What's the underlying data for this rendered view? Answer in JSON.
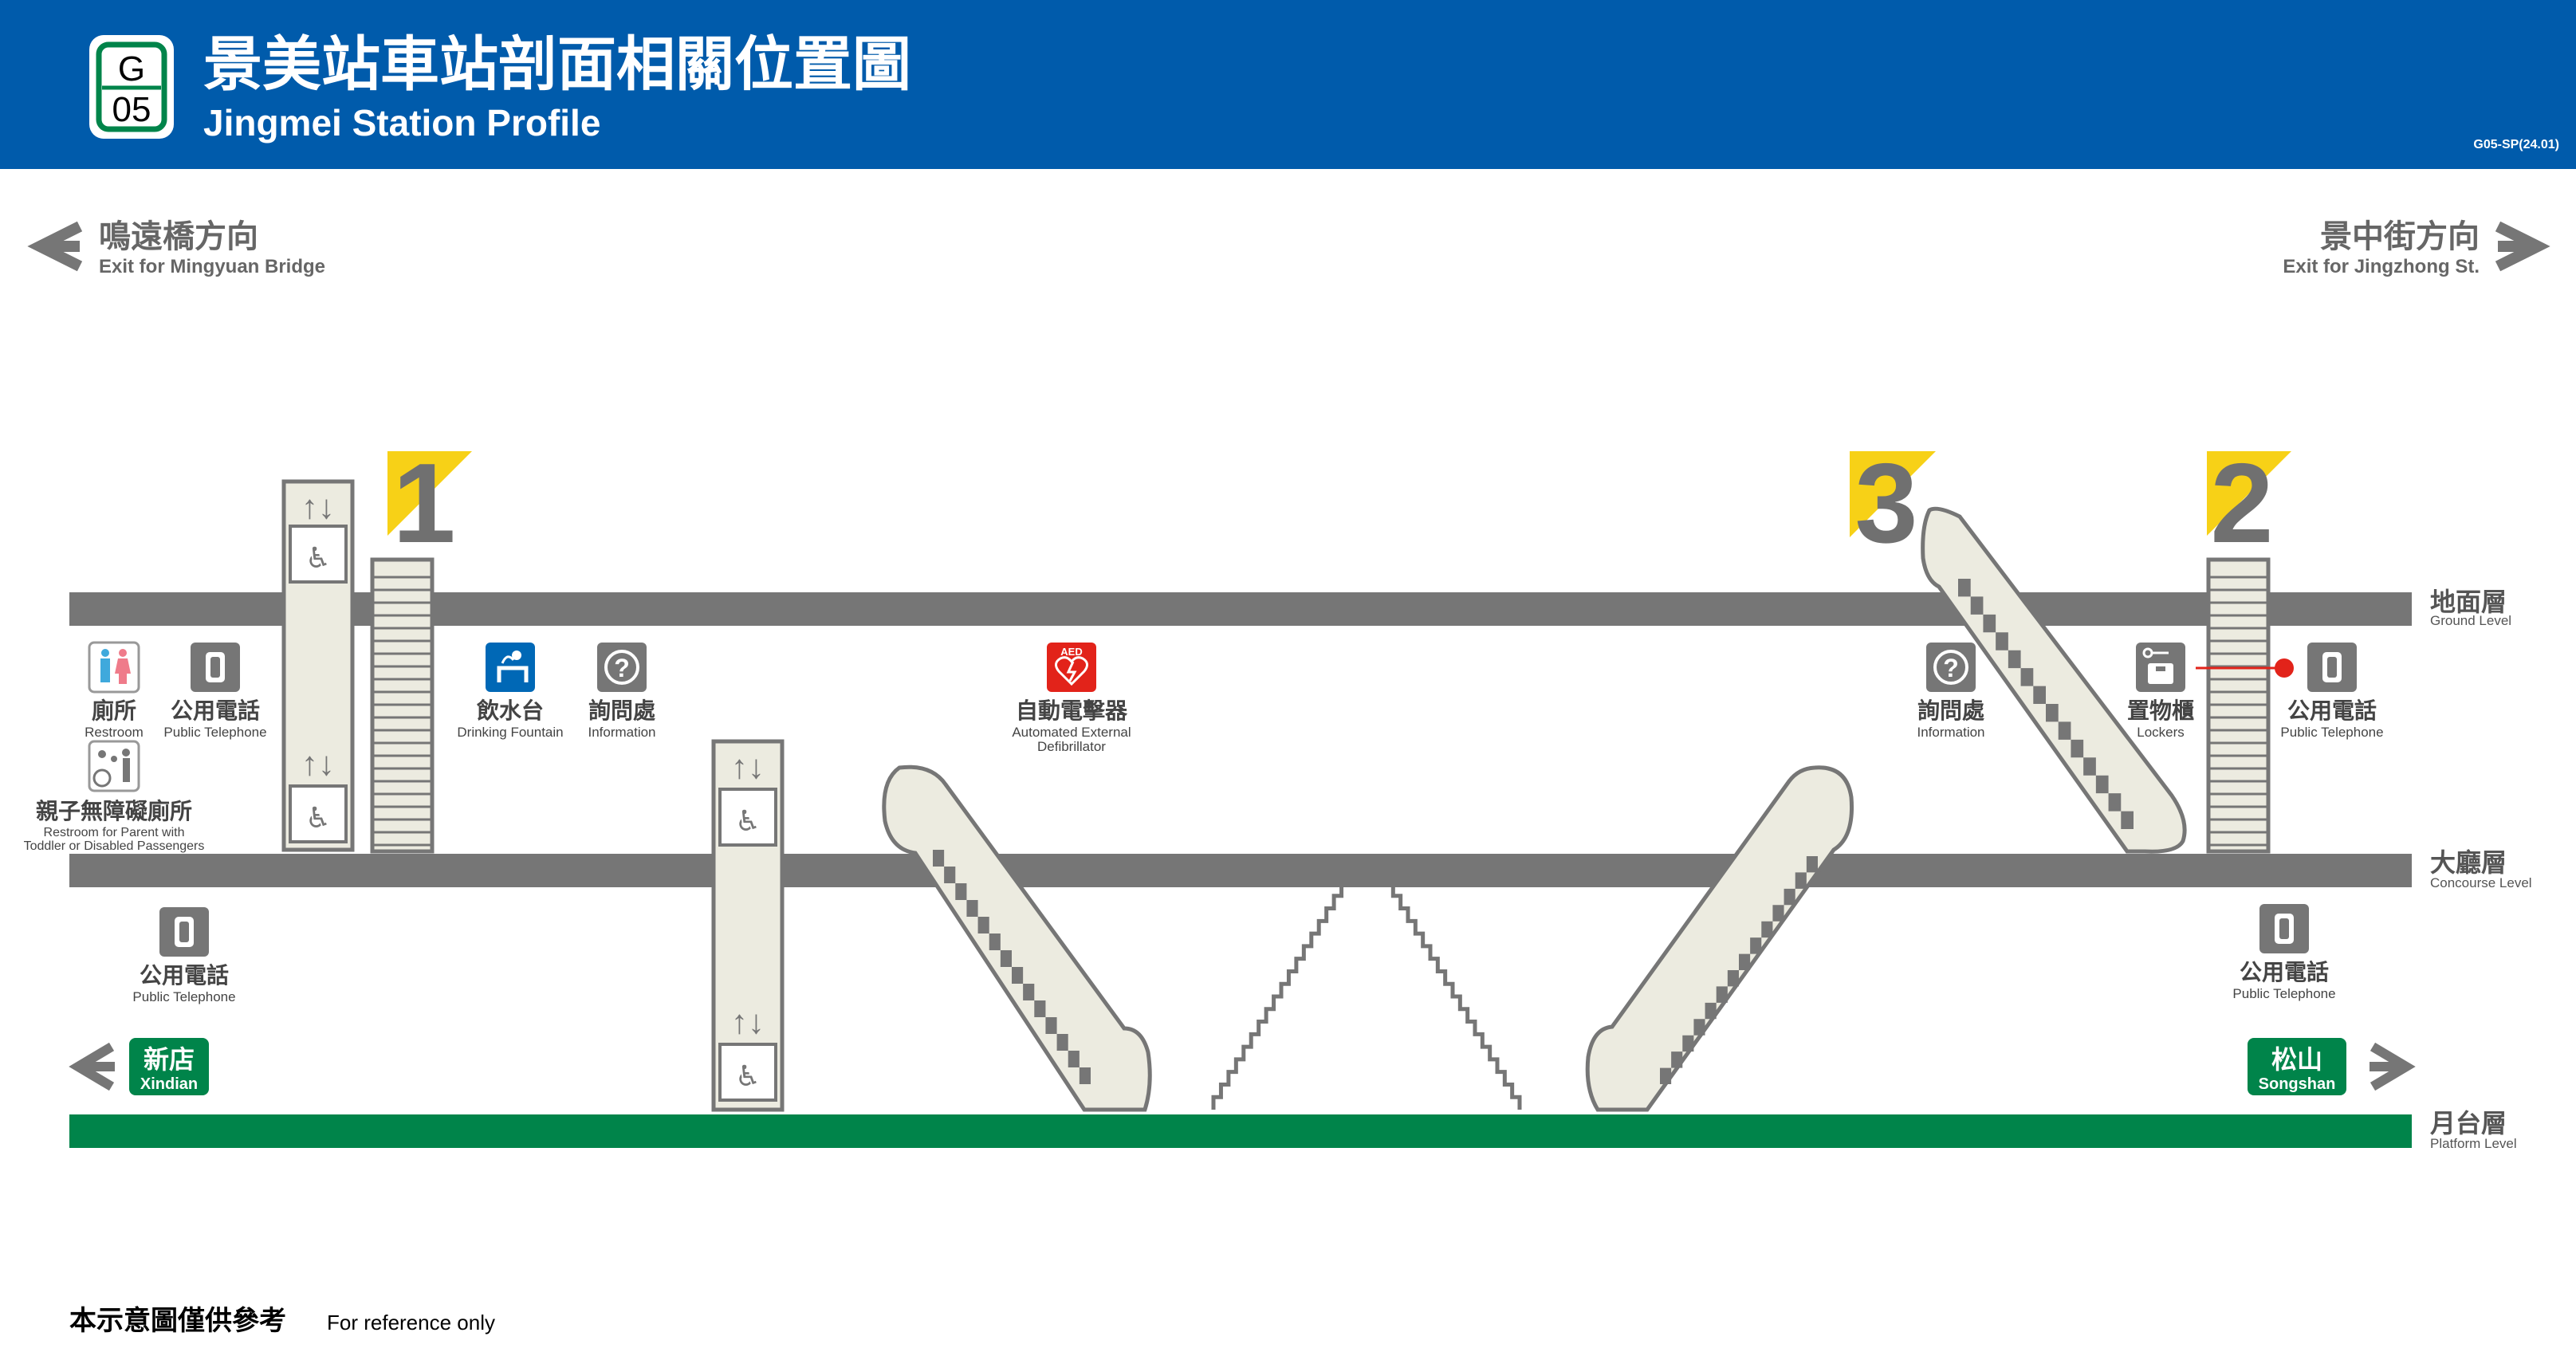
{
  "header": {
    "code_line": "G",
    "code_num": "05",
    "title_zh": "景美站車站剖面相關位置圖",
    "title_en": "Jingmei Station Profile",
    "doc_code": "G05-SP(24.01)"
  },
  "exits": {
    "left": {
      "zh": "鳴遠橋方向",
      "en": "Exit for Mingyuan Bridge"
    },
    "right": {
      "zh": "景中街方向",
      "en": "Exit for Jingzhong St."
    },
    "numbers": [
      "1",
      "3",
      "2"
    ]
  },
  "levels": {
    "ground": {
      "zh": "地面層",
      "en": "Ground Level"
    },
    "concourse": {
      "zh": "大廳層",
      "en": "Concourse Level"
    },
    "platform": {
      "zh": "月台層",
      "en": "Platform Level"
    }
  },
  "facilities": {
    "restroom": {
      "zh": "廁所",
      "en": "Restroom"
    },
    "phone": {
      "zh": "公用電話",
      "en": "Public Telephone"
    },
    "family_restroom": {
      "zh": "親子無障礙廁所",
      "en1": "Restroom for Parent with",
      "en2": "Toddler or Disabled Passengers"
    },
    "fountain": {
      "zh": "飲水台",
      "en": "Drinking Fountain"
    },
    "info": {
      "zh": "詢問處",
      "en": "Information"
    },
    "aed": {
      "zh": "自動電擊器",
      "en1": "Automated External",
      "en2": "Defibrillator",
      "badge": "AED"
    },
    "lockers": {
      "zh": "置物櫃",
      "en": "Lockers"
    }
  },
  "directions": {
    "left": {
      "zh": "新店",
      "en": "Xindian"
    },
    "right": {
      "zh": "松山",
      "en": "Songshan"
    }
  },
  "footer": {
    "zh": "本示意圖僅供參考",
    "en": "For reference only"
  },
  "colors": {
    "header_blue": "#005bab",
    "line_green": "#00844a",
    "floor_gray": "#767676",
    "structure_fill": "#ecebe0",
    "exit_yellow": "#f7d117",
    "aed_red": "#e2231a",
    "fountain_blue": "#0068b6",
    "restroom_men": "#3fa9dc",
    "restroom_women": "#ef7b8a"
  }
}
